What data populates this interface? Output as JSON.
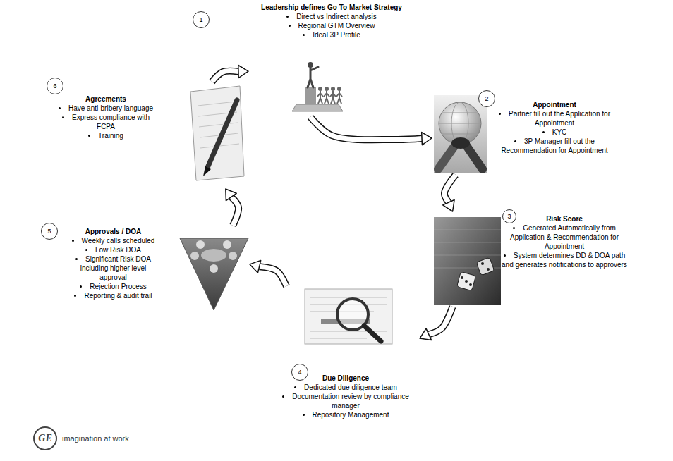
{
  "diagram": {
    "nodes": [
      {
        "text": [
          "1"
        ]
      },
      {
        "text": [
          "Leadership defines Go To Market Strategy",
          "Direct vs Indirect analysis",
          "Regional GTM Overview",
          "Ideal 3P Profile"
        ]
      },
      {
        "text": [
          "2"
        ]
      },
      {
        "text": [
          "Appointment",
          "Partner fill out the Application for Appointment",
          "KYC",
          "3P Manager fill out the Recommendation for Appointment"
        ]
      },
      {
        "text": [
          "3"
        ]
      },
      {
        "text": [
          "Risk Score",
          "Generated Automatically from Application & Recommendation for Appointment",
          "System determines DD & DOA path and generates notifications to approvers"
        ]
      },
      {
        "text": [
          "4"
        ]
      },
      {
        "text": [
          "Due Diligence",
          "Dedicated due diligence team",
          "Documentation review by compliance manager",
          "Repository Management"
        ]
      },
      {
        "text": [
          "5"
        ]
      },
      {
        "text": [
          "Approvals / DOA",
          "Weekly calls scheduled",
          "Low Risk DOA",
          "Significant Risk DOA including higher level approval",
          "Rejection Process",
          "Reporting & audit trail"
        ]
      },
      {
        "text": [
          "6"
        ]
      },
      {
        "text": [
          "Agreements",
          "Have anti-bribery language",
          "Express compliance with FCPA",
          "Training"
        ]
      }
    ],
    "edges": [
      {
        "from": 1,
        "to": 3,
        "arrow": "to"
      },
      {
        "from": 3,
        "to": 5,
        "arrow": "to"
      },
      {
        "from": 5,
        "to": 7,
        "arrow": "to"
      },
      {
        "from": 7,
        "to": 9,
        "arrow": "to"
      },
      {
        "from": 9,
        "to": 11,
        "arrow": "to"
      },
      {
        "from": 11,
        "to": 1,
        "arrow": "to"
      }
    ],
    "labels": [
      "GE",
      "imagination at work"
    ]
  }
}
